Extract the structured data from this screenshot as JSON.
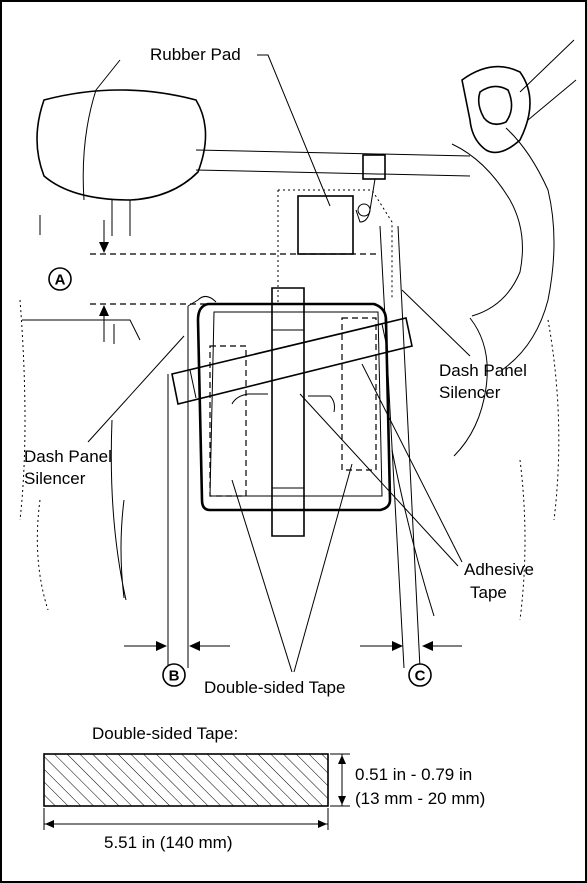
{
  "labels": {
    "rubber_pad": "Rubber Pad",
    "dash_panel_silencer_right_1": "Dash Panel",
    "dash_panel_silencer_right_2": "Silencer",
    "dash_panel_silencer_left_1": "Dash Panel",
    "dash_panel_silencer_left_2": "Silencer",
    "adhesive_tape_1": "Adhesive",
    "adhesive_tape_2": "Tape",
    "double_sided_tape": "Double-sided Tape",
    "marker_a": "A",
    "marker_b": "B",
    "marker_c": "C"
  },
  "detail": {
    "title": "Double-sided Tape:",
    "height_dim_1": "0.51 in - 0.79 in",
    "height_dim_2": "(13 mm - 20 mm)",
    "width_dim": "5.51 in (140 mm)"
  }
}
